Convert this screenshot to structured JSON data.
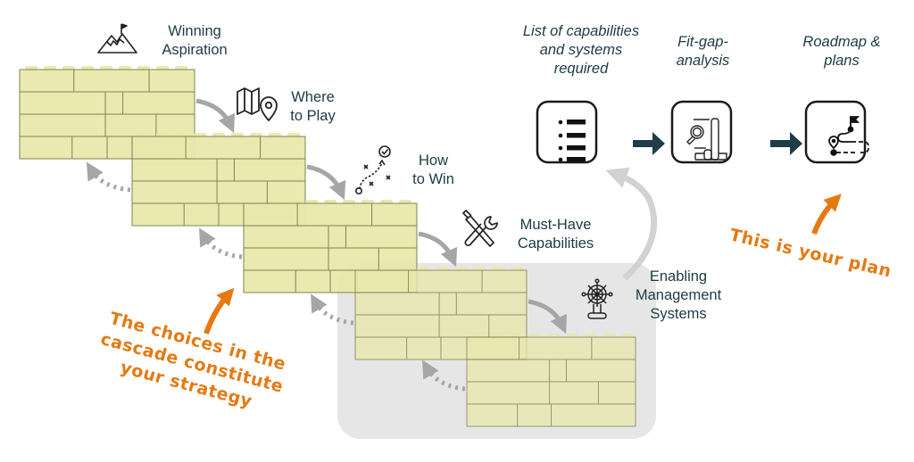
{
  "cascade": {
    "steps": [
      {
        "id": "winning-aspiration",
        "label": "Winning\nAspiration",
        "icon": "mountain-flag-icon"
      },
      {
        "id": "where-to-play",
        "label": "Where\nto Play",
        "icon": "map-pin-icon"
      },
      {
        "id": "how-to-win",
        "label": "How\nto Win",
        "icon": "play-strategy-icon"
      },
      {
        "id": "must-have-capabilities",
        "label": "Must-Have\nCapabilities",
        "icon": "tools-icon"
      },
      {
        "id": "enabling-management-systems",
        "label": "Enabling\nManagement\nSystems",
        "icon": "ship-wheel-icon"
      }
    ],
    "annotation": "The choices in the\ncascade constitute\nyour strategy"
  },
  "process": {
    "steps": [
      {
        "id": "list",
        "label": "List of capabilities\nand systems\nrequired",
        "icon": "list-icon"
      },
      {
        "id": "fit-gap",
        "label": "Fit-gap-\nanalysis",
        "icon": "analysis-chart-icon"
      },
      {
        "id": "roadmap",
        "label": "Roadmap &\nplans",
        "icon": "roadmap-icon"
      }
    ],
    "annotation": "This is your plan"
  },
  "colors": {
    "brick": "#e9e8ac",
    "brick_line": "#7d7b52",
    "panel": "#e6e6e6",
    "text": "#1d3b44",
    "accent": "#e57a12",
    "arrow_dark": "#1d3d47",
    "arrow_grey": "#a6a6a6"
  }
}
